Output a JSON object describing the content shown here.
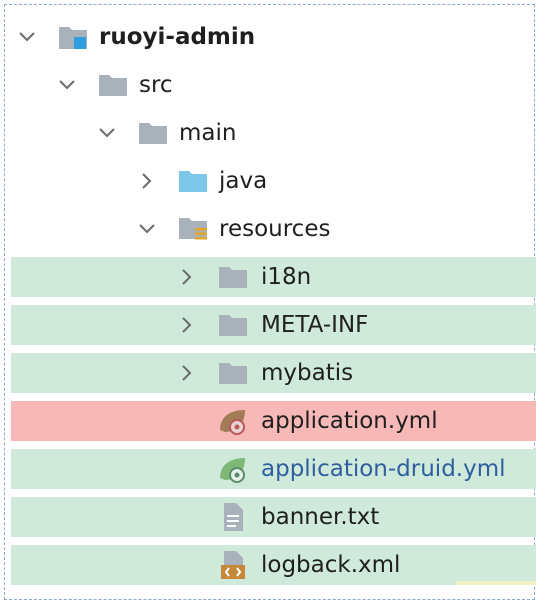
{
  "tree": {
    "items": [
      {
        "label": "ruoyi-admin",
        "icon": "module-folder-icon",
        "expanded": true
      },
      {
        "label": "src",
        "icon": "folder-icon",
        "expanded": true
      },
      {
        "label": "main",
        "icon": "folder-icon",
        "expanded": true
      },
      {
        "label": "java",
        "icon": "source-folder-icon",
        "expanded": false
      },
      {
        "label": "resources",
        "icon": "resources-folder-icon",
        "expanded": true
      },
      {
        "label": "i18n",
        "icon": "folder-icon",
        "expanded": false
      },
      {
        "label": "META-INF",
        "icon": "folder-icon",
        "expanded": false
      },
      {
        "label": "mybatis",
        "icon": "folder-icon",
        "expanded": false
      },
      {
        "label": "application.yml",
        "icon": "spring-yml-icon"
      },
      {
        "label": "application-druid.yml",
        "icon": "spring-yml-icon"
      },
      {
        "label": "banner.txt",
        "icon": "text-file-icon"
      },
      {
        "label": "logback.xml",
        "icon": "xml-file-icon"
      }
    ]
  },
  "colors": {
    "highlight_green": "#cfe9db",
    "highlight_red": "#f7b8b8",
    "folder_gray": "#a9b2ba",
    "source_folder_blue": "#7cc6e8",
    "modified_blue": "#2f5f9e"
  }
}
